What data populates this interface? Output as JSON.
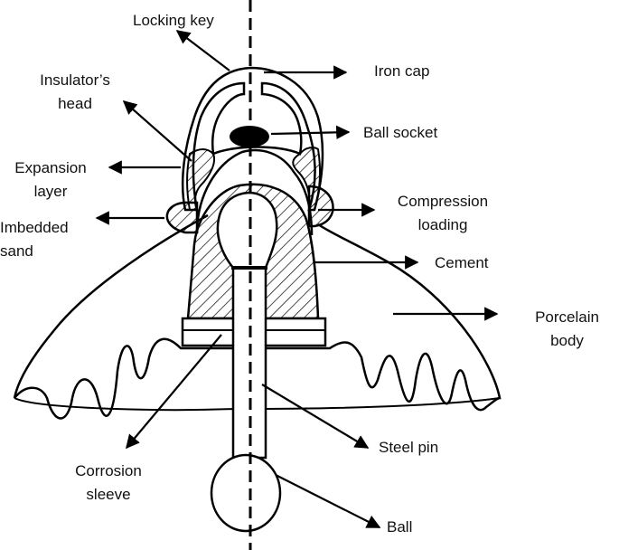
{
  "labels": {
    "locking_key": "Locking key",
    "iron_cap": "Iron cap",
    "insulator_head_1": "Insulator’s",
    "insulator_head_2": "head",
    "ball_socket": "Ball socket",
    "expansion_layer_1": "Expansion",
    "expansion_layer_2": "layer",
    "compression_loading_1": "Compression",
    "compression_loading_2": "loading",
    "imbedded_sand_1": "Imbedded",
    "imbedded_sand_2": "sand",
    "cement": "Cement",
    "porcelain_body_1": "Porcelain",
    "porcelain_body_2": "body",
    "steel_pin": "Steel pin",
    "corrosion_sleeve_1": "Corrosion",
    "corrosion_sleeve_2": "sleeve",
    "ball": "Ball"
  },
  "colors": {
    "line": "#000000",
    "background": "#ffffff"
  }
}
